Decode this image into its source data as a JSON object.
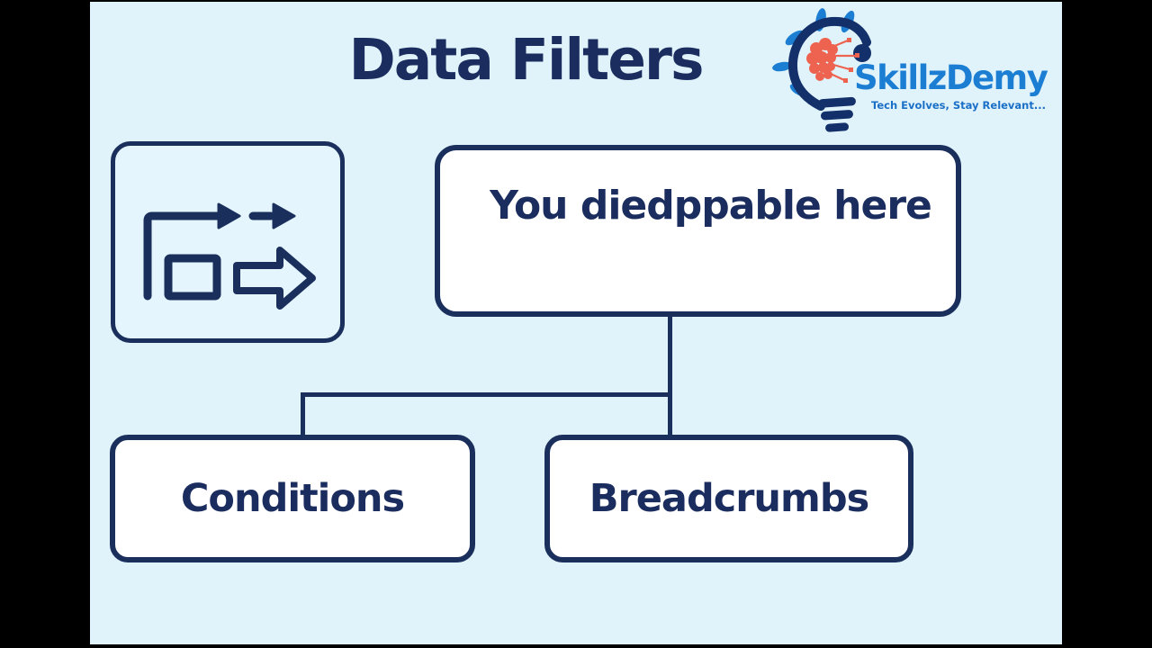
{
  "slide": {
    "title": "Data Filters",
    "colors": {
      "letterbox": "#000000",
      "background": "#e0f3fb",
      "navy": "#1a2f5c",
      "node_fill": "#ffffff",
      "logo_blue": "#1b7ed3",
      "logo_navy": "#14306b",
      "brain_orange": "#ee6350"
    },
    "logo": {
      "brand": "SkillzDemy",
      "tagline": "Tech Evolves, Stay Relevant...",
      "icon": "lightbulb-brain-icon"
    },
    "flowchart": {
      "icon_node": {
        "icon": "flow-arrows-icon"
      },
      "root": {
        "label": "You diedppable here"
      },
      "children": [
        {
          "label": "Conditions"
        },
        {
          "label": "Breadcrumbs"
        }
      ]
    }
  }
}
